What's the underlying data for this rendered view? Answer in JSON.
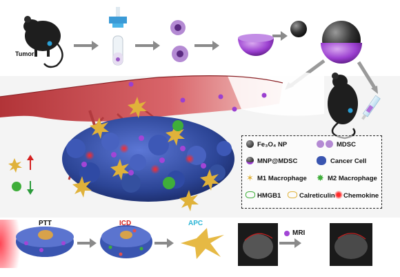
{
  "labels": {
    "tumor": "Tumor",
    "ptt": "PTT",
    "icd": "ICD",
    "apc": "APC",
    "mri": "MRI"
  },
  "legend": {
    "fe3o4": "Fe₃O₄ NP",
    "mdsc": "MDSC",
    "mnp_mdsc": "MNP@MDSC",
    "cancer_cell": "Cancer Cell",
    "m1": "M1 Macrophage",
    "m2": "M2 Macrophage",
    "hmgb1": "HMGB1",
    "calreticulin": "Calreticulin",
    "chemokine": "Chemokine"
  },
  "colors": {
    "vessel": "#c9484a",
    "mdsc": "#9b59c6",
    "cancer_cell": "#3a55b0",
    "m1": "#e0b23a",
    "m2": "#3fae3a",
    "icd_label": "#d42020",
    "apc_label": "#2bb5d6",
    "up_arrow": "#d42020",
    "down_arrow": "#2a9a3a"
  }
}
